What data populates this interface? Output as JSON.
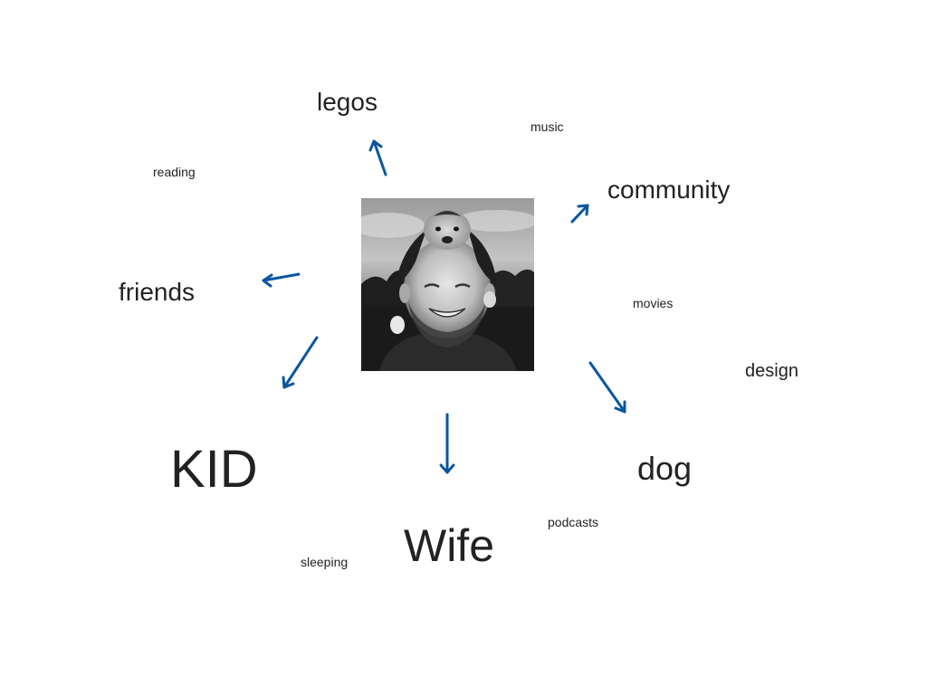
{
  "diagram": {
    "words": {
      "legos": "legos",
      "music": "music",
      "reading": "reading",
      "community": "community",
      "friends": "friends",
      "movies": "movies",
      "design": "design",
      "kid": "KID",
      "dog": "dog",
      "podcasts": "podcasts",
      "wife": "Wife",
      "sleeping": "sleeping"
    },
    "center_image": "portrait-photo",
    "arrow_color": "#0a56a0",
    "arrow_targets": [
      "legos",
      "community",
      "friends",
      "KID",
      "Wife",
      "dog"
    ]
  }
}
